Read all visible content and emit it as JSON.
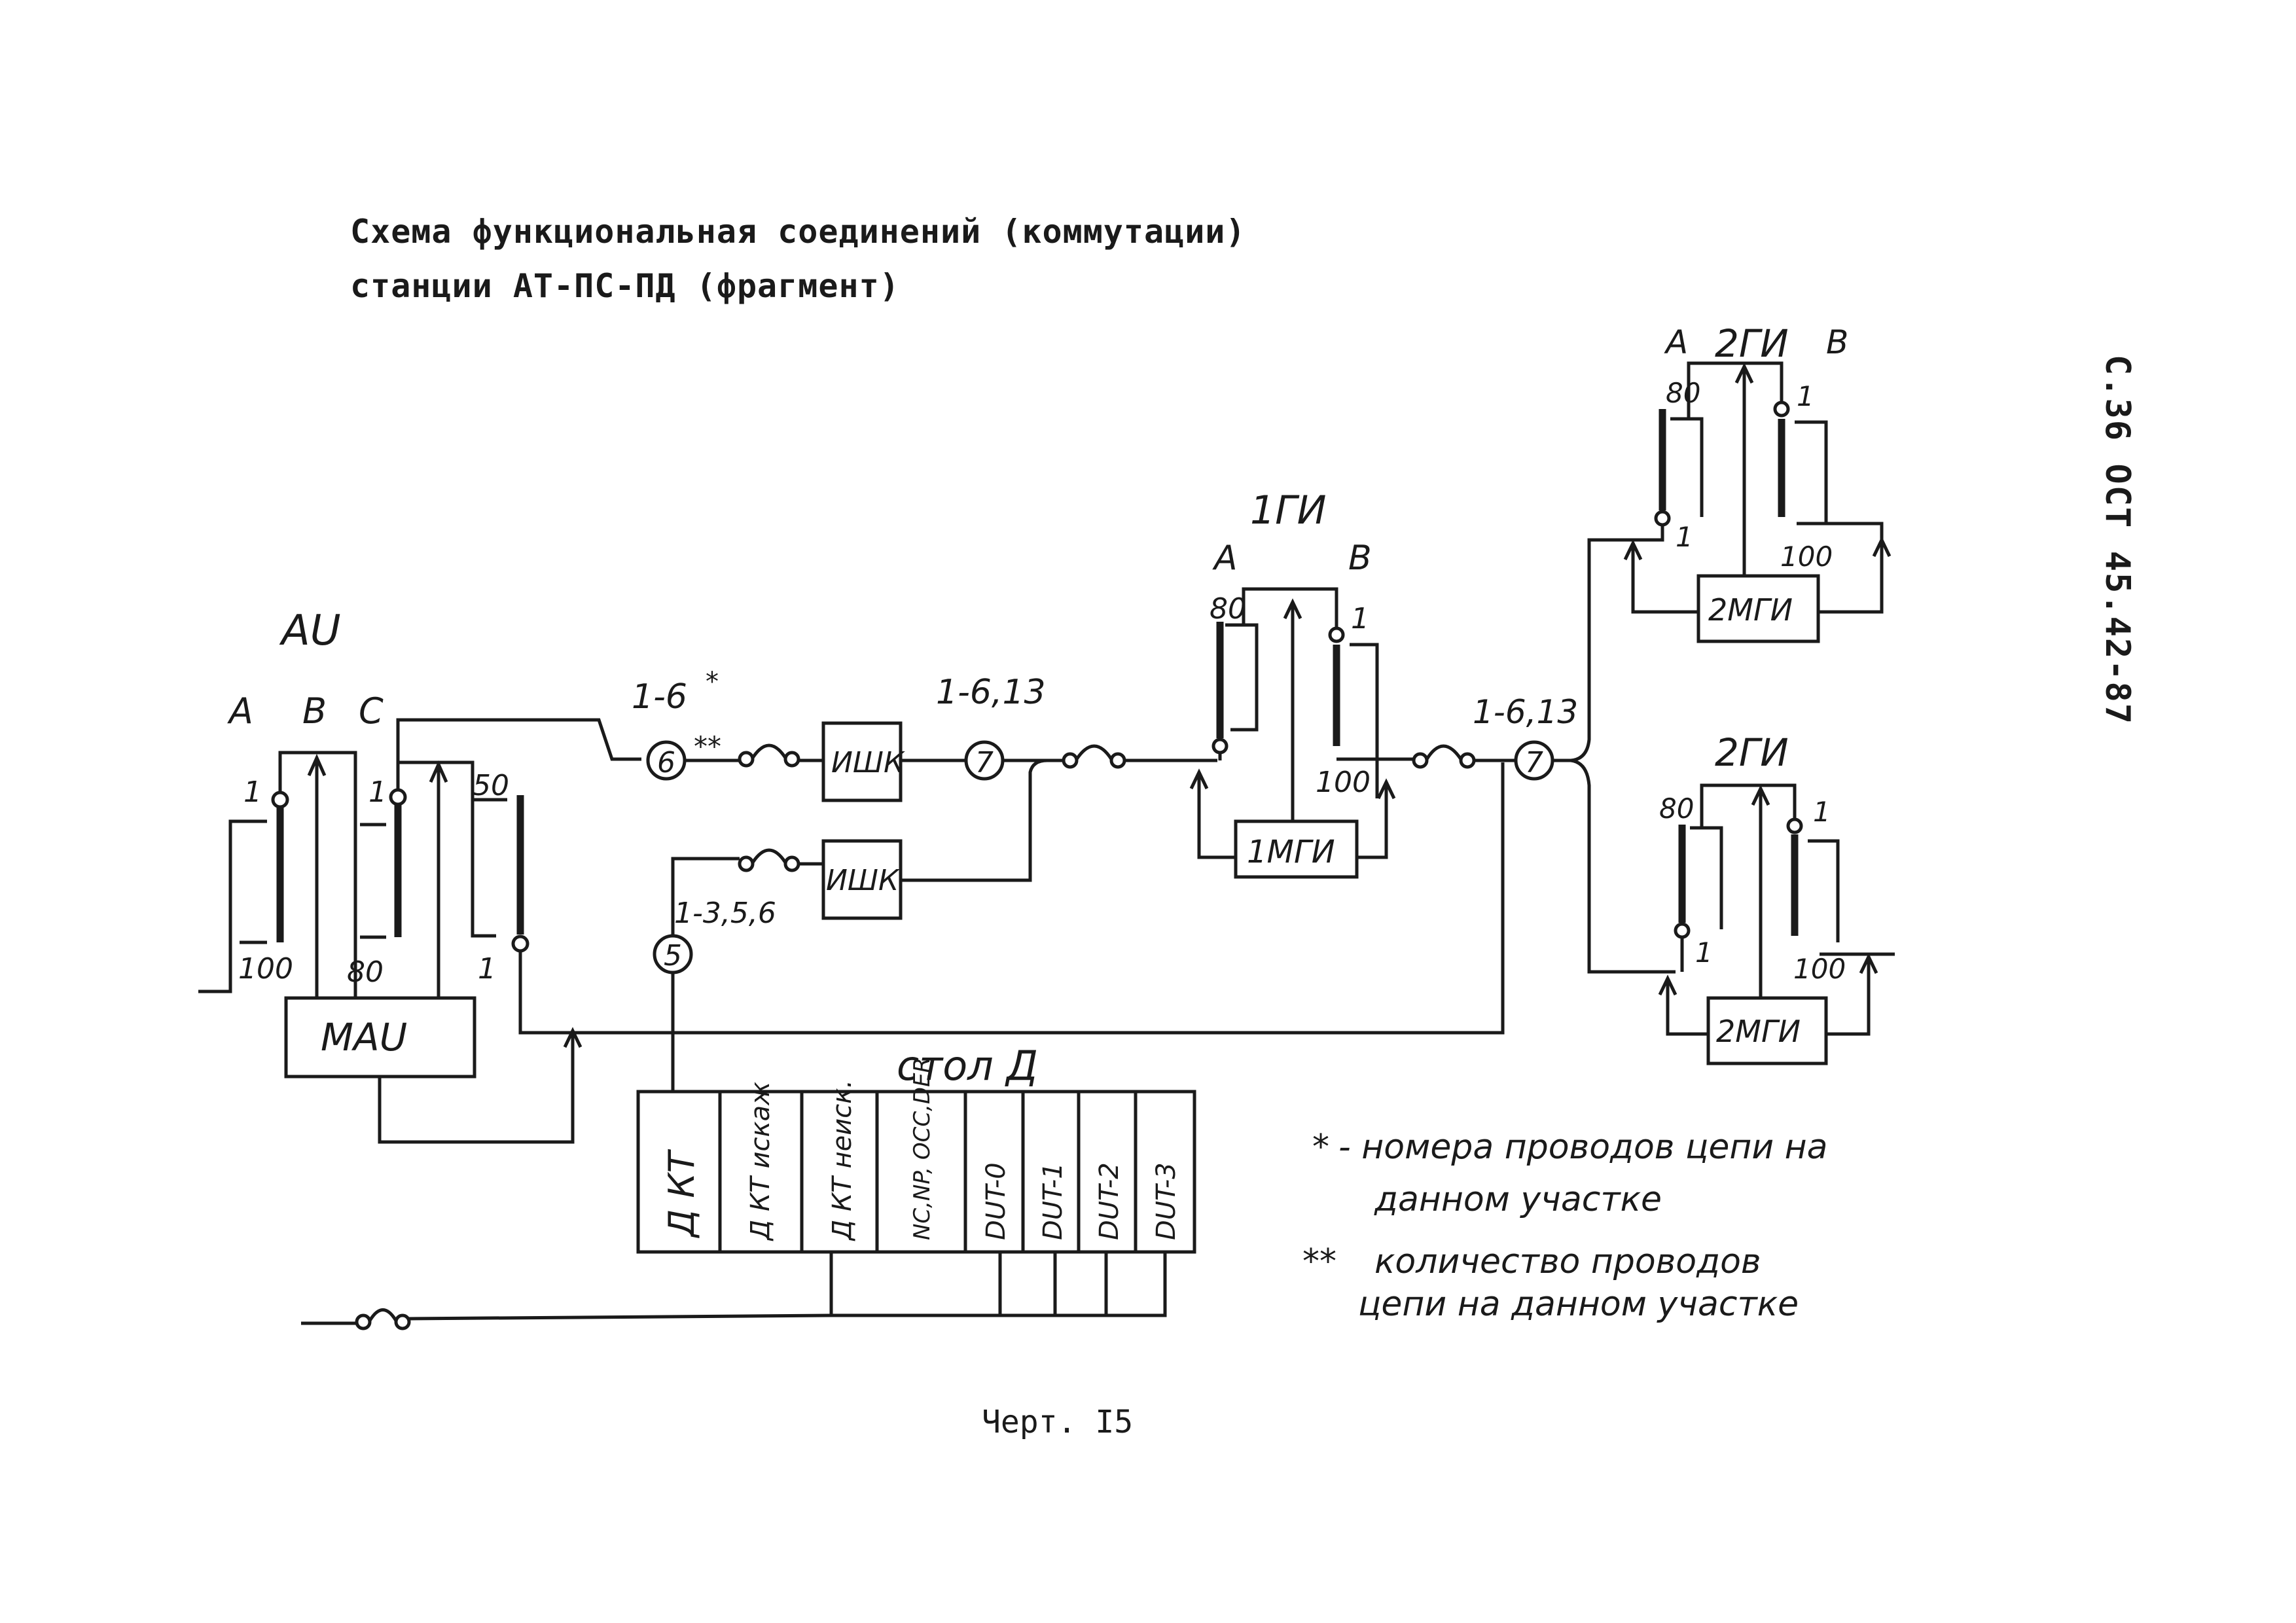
{
  "title": {
    "line1": "Схема функциональная соединений (коммутации)",
    "line2": "станции АТ-ПС-ПД (фрагмент)"
  },
  "side_code": "С.36 ОСТ 45.42-87",
  "caption": "Черт. I5",
  "ai_block": {
    "name": "AU",
    "col_a": "A",
    "col_b": "B",
    "col_c": "C",
    "a_top": "1",
    "a_bottom": "100",
    "c_top": "1",
    "c_bottom": "80",
    "r_top": "50",
    "r_bottom": "1",
    "mai": "MAU"
  },
  "wires": {
    "upper_range": "1-6",
    "star": "*",
    "double_star": "**",
    "upper_count": "6",
    "ushk_upper": "ИШК",
    "mid_range": "1-6,13",
    "mid_count": "7",
    "ushk_lower": "ИШК",
    "lower_range": "1-3,5,6",
    "lower_count": "5",
    "right_range": "1-6,13",
    "right_count": "7"
  },
  "gi1": {
    "name": "1ГИ",
    "col_a": "A",
    "col_b": "B",
    "a_top": "80",
    "b_top": "1",
    "b_bottom": "100",
    "mgi": "1МГИ"
  },
  "gi2_top": {
    "name": "2ГИ",
    "col_a": "A",
    "col_b": "B",
    "a_top": "80",
    "a_bottom": "1",
    "b_top": "1",
    "b_bottom": "100",
    "mgi": "2МГИ"
  },
  "gi2_bottom": {
    "name": "2ГИ",
    "a_top": "80",
    "a_bottom": "1",
    "b_top": "1",
    "b_bottom": "100",
    "mgi": "2МГИ"
  },
  "table": {
    "title": "стол Д",
    "cells": [
      "Д КТ",
      "Д КТ искаж",
      "Д КТ неиск.",
      "NC,NP, OCC,DER",
      "DUT-0",
      "DUT-1",
      "DUT-2",
      "DUT-3"
    ]
  },
  "legend": {
    "mark1": "*",
    "text1_line1": "- номера проводов цепи на",
    "text1_line2": "данном участке",
    "mark2": "**",
    "text2_line1": "количество проводов",
    "text2_line2": "цепи на данном участке"
  }
}
